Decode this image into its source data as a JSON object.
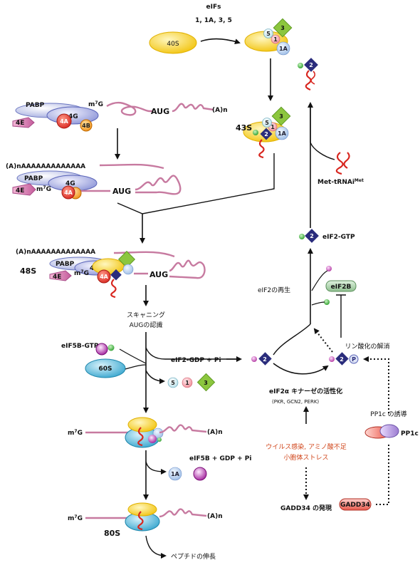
{
  "top": {
    "eifs_line1": "eIFs",
    "eifs_line2": "1, 1A, 3, 5",
    "ribosome_40s": "40S",
    "complex_43s": "43S",
    "met_trna": "Met-tRNAi",
    "met_trna_sup": "Met"
  },
  "mrna": {
    "pabp": "PABP",
    "eif4g": "4G",
    "eif4e": "4E",
    "eif4a": "4A",
    "eif4b": "4B",
    "cap": "m",
    "cap_sup": "7",
    "cap_g": "G",
    "aug": "AUG",
    "polya": "(A)n",
    "polya_long": "(A)nAAAAAAAAAAAAA"
  },
  "labels": {
    "complex_48s": "48S",
    "scanning": "スキャニング",
    "aug_recognition": "AUGの認識",
    "eif5b_gtp": "eIF5B-GTP",
    "ribosome_60s": "60S",
    "eif2_gdp_pi": "eIF2-GDP + Pi",
    "eif5b_gdp_pi": "eIF5B + GDP + Pi",
    "ribosome_80s": "80S",
    "peptide_elongation": "ペプチドの伸長",
    "eif2_gtp": "eIF2-GTP",
    "eif2_regeneration": "eIF2の再生",
    "eif2b": "eIF2B",
    "dephosphorylation": "リン酸化の解消",
    "kinase_activation": "eIF2α キナーゼの活性化",
    "kinases": "(PKR, GCN2, PERK)",
    "pp1c_induction": "PP1c の誘導",
    "pp1c": "PP1c",
    "stress_line1": "ウイルス感染, アミノ酸不足",
    "stress_line2": "小胞体ストレス",
    "gadd34_expression": "GADD34 の発現",
    "gadd34": "GADD34",
    "phospho": "P"
  },
  "factors": {
    "eif1": "1",
    "eif1a": "1A",
    "eif2": "2",
    "eif3": "3",
    "eif5": "5"
  },
  "colors": {
    "ribosome_yellow": "#f5d020",
    "ribosome_blue": "#4fb6d8",
    "eif2_navy": "#2a2c7c",
    "eif3_green": "#8cc63e",
    "eif4a_red": "#e0301e",
    "eif4b_orange": "#f29a1f",
    "mrna_pink": "#c77aa0",
    "trna_red": "#d8261f",
    "stress_text": "#d0451a",
    "pp1c_purple": "#a98bd0"
  }
}
